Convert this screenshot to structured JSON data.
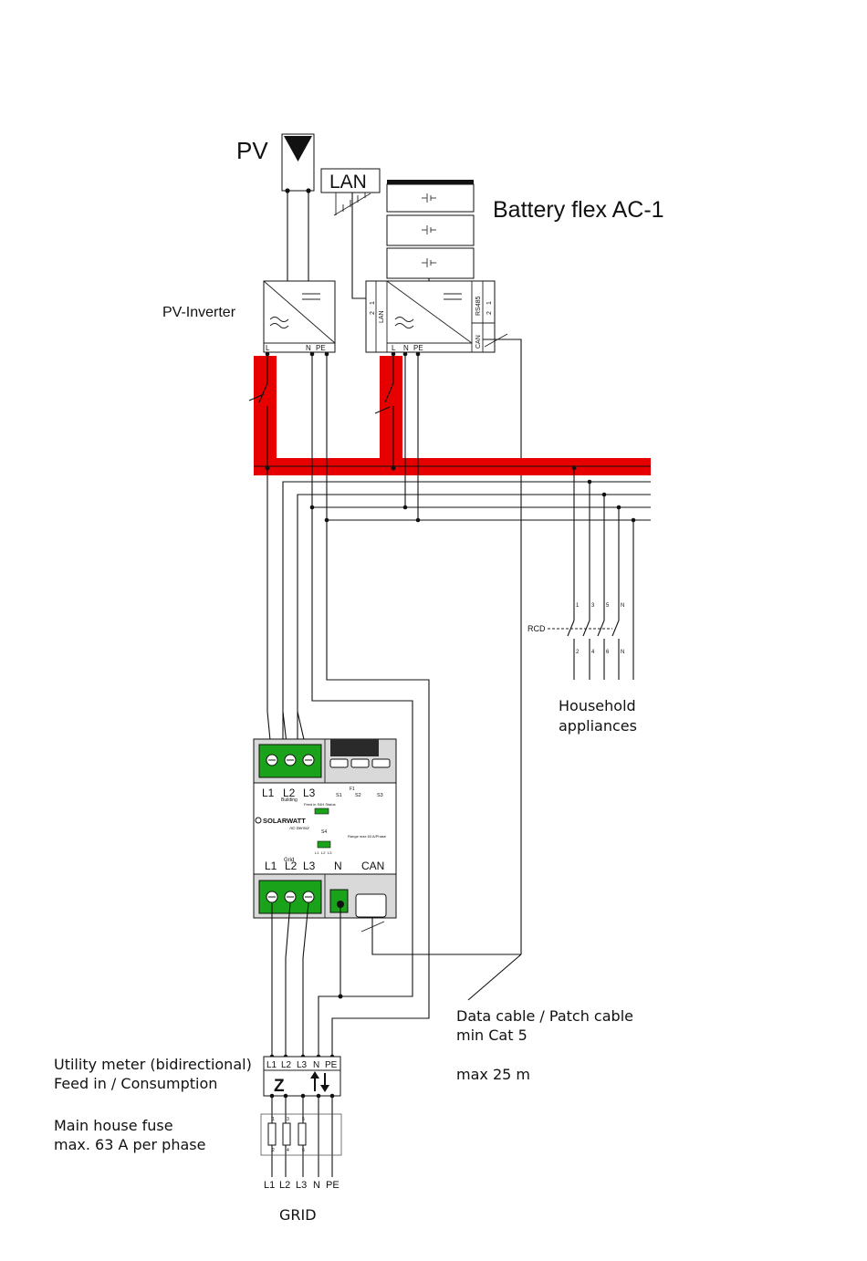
{
  "diagram": {
    "pv_label": "PV",
    "lan_label": "LAN",
    "battery_title": "Battery flex AC-1",
    "pv_inverter_label": "PV-Inverter",
    "inverter_terminals": {
      "l": "L",
      "n": "N",
      "pe": "PE"
    },
    "battery_inverter_terminals": {
      "l": "L",
      "n": "N",
      "pe": "PE"
    },
    "battery_side_labels": {
      "lan": "LAN",
      "rs485": "RS485",
      "can": "CAN",
      "pins": [
        "1",
        "2",
        "1",
        "2"
      ]
    },
    "rcd_label": "RCD",
    "rcd_pins_top": [
      "1",
      "3",
      "5",
      "N"
    ],
    "rcd_pins_bottom": [
      "2",
      "4",
      "6",
      "N"
    ],
    "household_label_line1": "Household",
    "household_label_line2": "appliances",
    "meter_module": {
      "brand": "SOLARWATT",
      "product": "AC-Sensor",
      "building_terminals": [
        "L1",
        "L2",
        "L3"
      ],
      "building_label": "Building",
      "grid_terminals": [
        "L1",
        "L2",
        "L3"
      ],
      "grid_label": "Grid",
      "n_label": "N",
      "can_label": "CAN",
      "s_labels": [
        "S1",
        "S2",
        "S3"
      ],
      "f1_label": "F1",
      "s4_label": "S4",
      "status_label": "Feed in S4H Status",
      "range_label": "Range max 63 A/Phase",
      "phase_mini": [
        "L1",
        "L2",
        "L3"
      ]
    },
    "data_cable_line1": "Data cable / Patch cable",
    "data_cable_line2": "min Cat 5",
    "data_cable_max": "max 25 m",
    "utility_meter_line1": "Utility meter (bidirectional)",
    "utility_meter_line2": "Feed in / Consumption",
    "utility_meter_terminals": [
      "L1",
      "L2",
      "L3",
      "N",
      "PE"
    ],
    "utility_meter_symbol": "Z",
    "fuse_line1": "Main house fuse",
    "fuse_line2": "max. 63 A per phase",
    "fuse_pins_top": [
      "1",
      "3",
      "5"
    ],
    "fuse_pins_bottom": [
      "2",
      "4",
      "6"
    ],
    "grid_terminals": [
      "L1",
      "L2",
      "L3",
      "N",
      "PE"
    ],
    "grid_label": "GRID",
    "colors": {
      "ac_bus": "#e60000",
      "module_grey": "#d9d9d9",
      "terminal_green": "#1aa31a"
    }
  }
}
